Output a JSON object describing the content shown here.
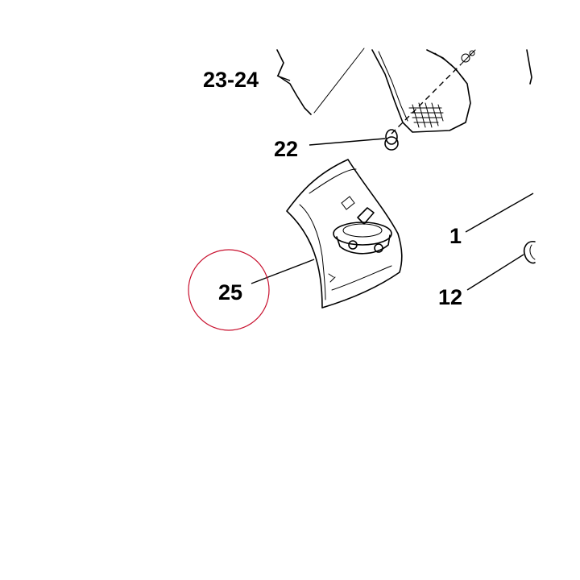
{
  "callouts": {
    "part_23_24": "23-24",
    "part_22": "22",
    "part_1": "1",
    "part_25": "25",
    "part_12": "12"
  },
  "highlight": {
    "target": "25",
    "color": "#c8102e"
  }
}
